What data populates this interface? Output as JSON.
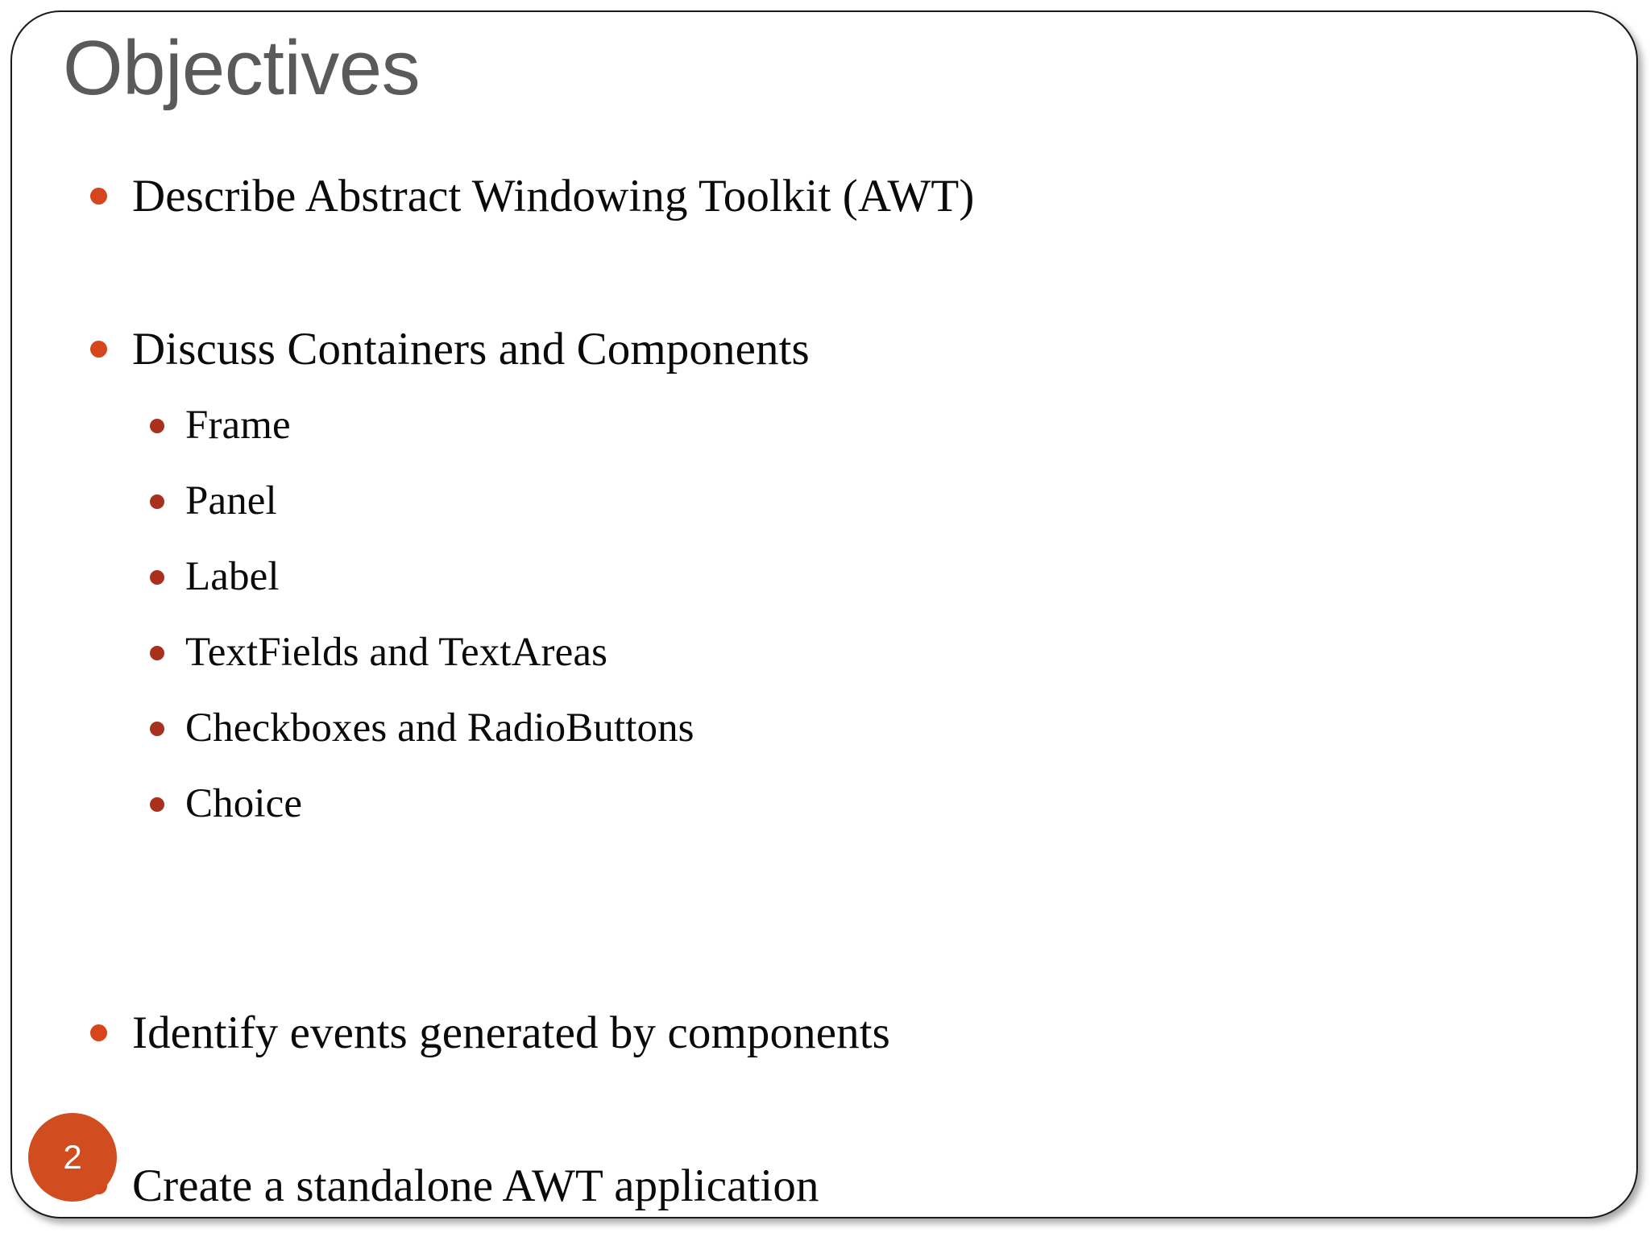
{
  "slide": {
    "title": "Objectives",
    "page_number": "2",
    "colors": {
      "title_text": "#5a5a5a",
      "body_text": "#0a0a0a",
      "bullet_level1": "#d6451c",
      "bullet_level2": "#a8301c",
      "page_badge_bg": "#d14d20",
      "page_badge_text": "#ffffff",
      "slide_background": "#ffffff",
      "frame_border": "#1a1a1a"
    },
    "body": [
      {
        "level": 1,
        "text": "Describe Abstract Windowing Toolkit (AWT)"
      },
      {
        "level": 1,
        "text": ""
      },
      {
        "level": 1,
        "text": "Discuss Containers and Components"
      },
      {
        "level": 2,
        "text": "Frame"
      },
      {
        "level": 2,
        "text": "Panel"
      },
      {
        "level": 2,
        "text": "Label"
      },
      {
        "level": 2,
        "text": "TextFields and TextAreas"
      },
      {
        "level": 2,
        "text": "Checkboxes and RadioButtons"
      },
      {
        "level": 2,
        "text": "Choice"
      },
      {
        "level": 1,
        "text": ""
      },
      {
        "level": 1,
        "text": ""
      },
      {
        "level": 1,
        "text": "Identify events generated by components"
      },
      {
        "level": 1,
        "text": ""
      },
      {
        "level": 1,
        "text": "Create a standalone AWT application"
      }
    ]
  }
}
